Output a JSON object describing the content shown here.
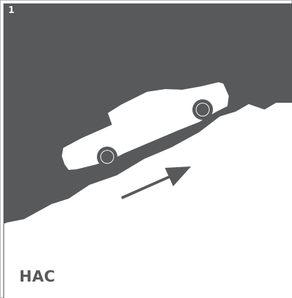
{
  "step": {
    "number": "1"
  },
  "caption": {
    "label": "HAC"
  },
  "colors": {
    "background_dark": "#58595b",
    "foreground_light": "#ffffff",
    "caption_text": "#58595b",
    "border": "#b5b5b5"
  },
  "illustration": {
    "subject": "car-on-uphill-slope",
    "icons": [
      "car-icon",
      "uphill-arrow-icon"
    ]
  }
}
